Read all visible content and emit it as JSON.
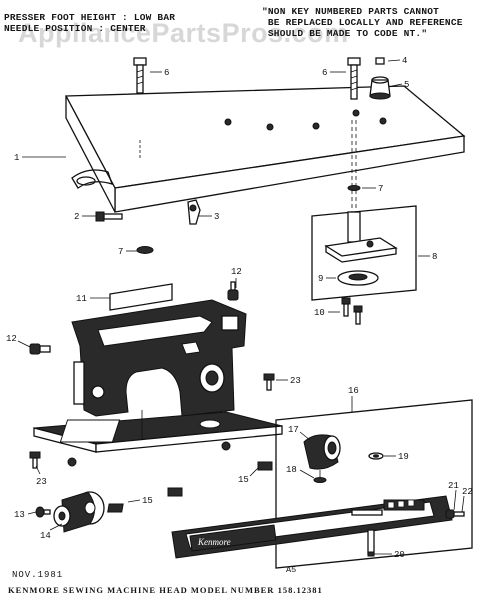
{
  "notes": {
    "left": "PRESSER FOOT HEIGHT : LOW BAR\nNEEDLE POSITION : CENTER",
    "right": "\"NON KEY NUMBERED PARTS CANNOT\n BE REPLACED LOCALLY AND REFERENCE\n SHOULD BE MADE TO CODE NT.\""
  },
  "watermark": "AppliancePartsPros.com",
  "footer": {
    "date": "NOV.1981",
    "caption": "KENMORE SEWING MACHINE HEAD  MODEL NUMBER 158.12381",
    "page_code": "A5"
  },
  "brand_plate": "Kenmore",
  "callouts": {
    "c1": "1",
    "c2": "2",
    "c3": "3",
    "c4": "4",
    "c5": "5",
    "c6a": "6",
    "c6b": "6",
    "c7a": "7",
    "c7b": "7",
    "c8": "8",
    "c9": "9",
    "c10": "10",
    "c11": "11",
    "c12a": "12",
    "c12b": "12",
    "c13": "13",
    "c14": "14",
    "c15a": "15",
    "c15b": "15",
    "c16": "16",
    "c17": "17",
    "c18": "18",
    "c19": "19",
    "c20": "20",
    "c21": "21",
    "c22": "22",
    "c23a": "23",
    "c23b": "23"
  },
  "icons": {
    "screw": "screw-icon",
    "washer": "washer-icon",
    "knob": "knob-icon",
    "clip": "clip-icon"
  }
}
